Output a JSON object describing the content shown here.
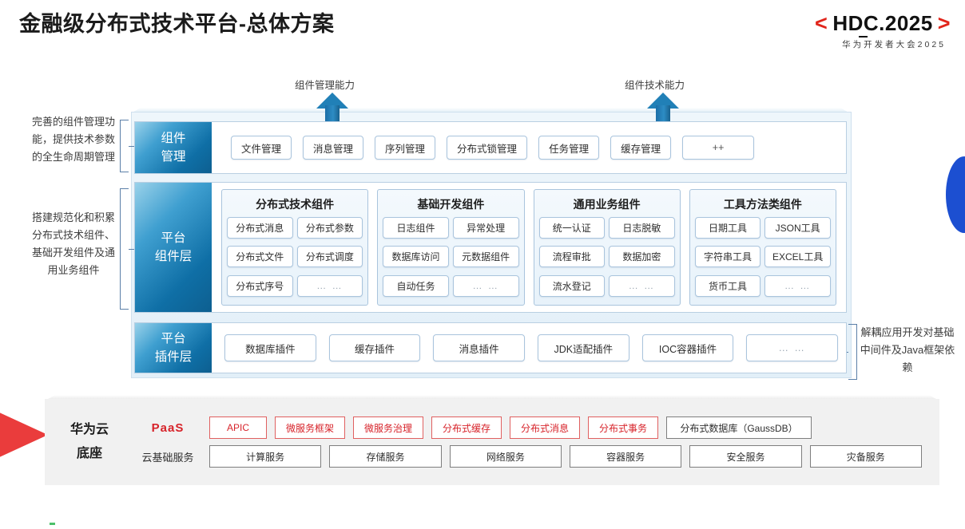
{
  "header": {
    "title": "金融级分布式技术平台-总体方案",
    "logo": {
      "left_chevron": "<",
      "right_chevron": ">",
      "main": "HDC.2025",
      "sub": "华为开发者大会2025"
    }
  },
  "arrows": {
    "management": "组件管理能力",
    "technology": "组件技术能力"
  },
  "side_notes": {
    "left_1": "完善的组件管理功能，提供技术参数的全生命周期管理",
    "left_2": "搭建规范化和积累分布式技术组件、基础开发组件及通用业务组件",
    "right_1": "解耦应用开发对基础中间件及Java框架依赖"
  },
  "layers": {
    "management": {
      "label_line1": "组件",
      "label_line2": "管理",
      "items": [
        "文件管理",
        "消息管理",
        "序列管理",
        "分布式锁管理",
        "任务管理",
        "缓存管理",
        "++"
      ]
    },
    "component": {
      "label_line1": "平台",
      "label_line2": "组件层",
      "groups": [
        {
          "title": "分布式技术组件",
          "items": [
            "分布式消息",
            "分布式参数",
            "分布式文件",
            "分布式调度",
            "分布式序号",
            "… …"
          ]
        },
        {
          "title": "基础开发组件",
          "items": [
            "日志组件",
            "异常处理",
            "数据库访问",
            "元数据组件",
            "自动任务",
            "… …"
          ]
        },
        {
          "title": "通用业务组件",
          "items": [
            "统一认证",
            "日志脱敏",
            "流程审批",
            "数据加密",
            "流水登记",
            "… …"
          ]
        },
        {
          "title": "工具方法类组件",
          "items": [
            "日期工具",
            "JSON工具",
            "字符串工具",
            "EXCEL工具",
            "货币工具",
            "… …"
          ]
        }
      ]
    },
    "plugin": {
      "label_line1": "平台",
      "label_line2": "插件层",
      "items": [
        "数据库插件",
        "缓存插件",
        "消息插件",
        "JDK适配插件",
        "IOC容器插件",
        "… …"
      ]
    }
  },
  "base": {
    "title_line1": "华为云",
    "title_line2": "底座",
    "paas": {
      "label": "PaaS",
      "items": [
        "APIC",
        "微服务框架",
        "微服务治理",
        "分布式缓存",
        "分布式消息",
        "分布式事务"
      ],
      "highlight_item": "分布式数据库（GaussDB）"
    },
    "cloud": {
      "label": "云基础服务",
      "items": [
        "计算服务",
        "存储服务",
        "网络服务",
        "容器服务",
        "安全服务",
        "灾备服务"
      ]
    }
  },
  "colors": {
    "brand_red": "#d7232a",
    "brand_blue": "#0f6fa6",
    "accent_blue": "#1c4fd1",
    "wedge_red": "#ea3c3c"
  }
}
